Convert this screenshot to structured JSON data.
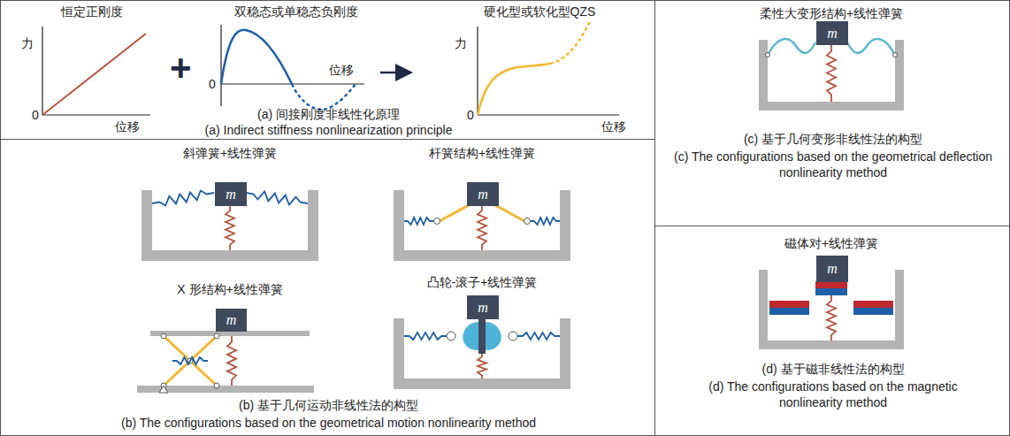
{
  "diagram": {
    "nodes": [
      {
        "text": [
          "(a) 间接刚度非线性化原理",
          "(a) Indirect stiffness nonlinearization principle"
        ]
      },
      {
        "text": [
          "(b) 基于几何运动非线性法的构型",
          "(b) The configurations based on the geometrical motion nonlinearity method"
        ]
      },
      {
        "text": [
          "m"
        ],
        "in": 1
      },
      {
        "text": [
          "m"
        ],
        "in": 1
      },
      {
        "text": [
          "m"
        ],
        "in": 1
      },
      {
        "text": [
          "m"
        ],
        "in": 1
      },
      {
        "text": [
          "(c) 基于几何变形非线性法的构型",
          "(c) The configurations based on the geometrical deflection nonlinearity method"
        ]
      },
      {
        "text": [
          "m"
        ],
        "in": 6
      },
      {
        "text": [
          "(d) 基于磁非线性法的构型",
          "(d) The configurations based on the magnetic nonlinearity method"
        ]
      },
      {
        "text": [
          "m"
        ],
        "in": 8
      }
    ],
    "labels": [
      "恒定正刚度",
      "力",
      "0",
      "位移",
      "+",
      "双稳态或单稳态负刚度",
      "位移",
      "0",
      "硬化型或软化型QZS",
      "力",
      "0",
      "位移",
      "斜弹簧+线性弹簧",
      "杆簧结构+线性弹簧",
      "X 形结构+线性弹簧",
      "凸轮-滚子+线性弹簧",
      "柔性大变形结构+线性弹簧",
      "磁体对+线性弹簧"
    ]
  }
}
